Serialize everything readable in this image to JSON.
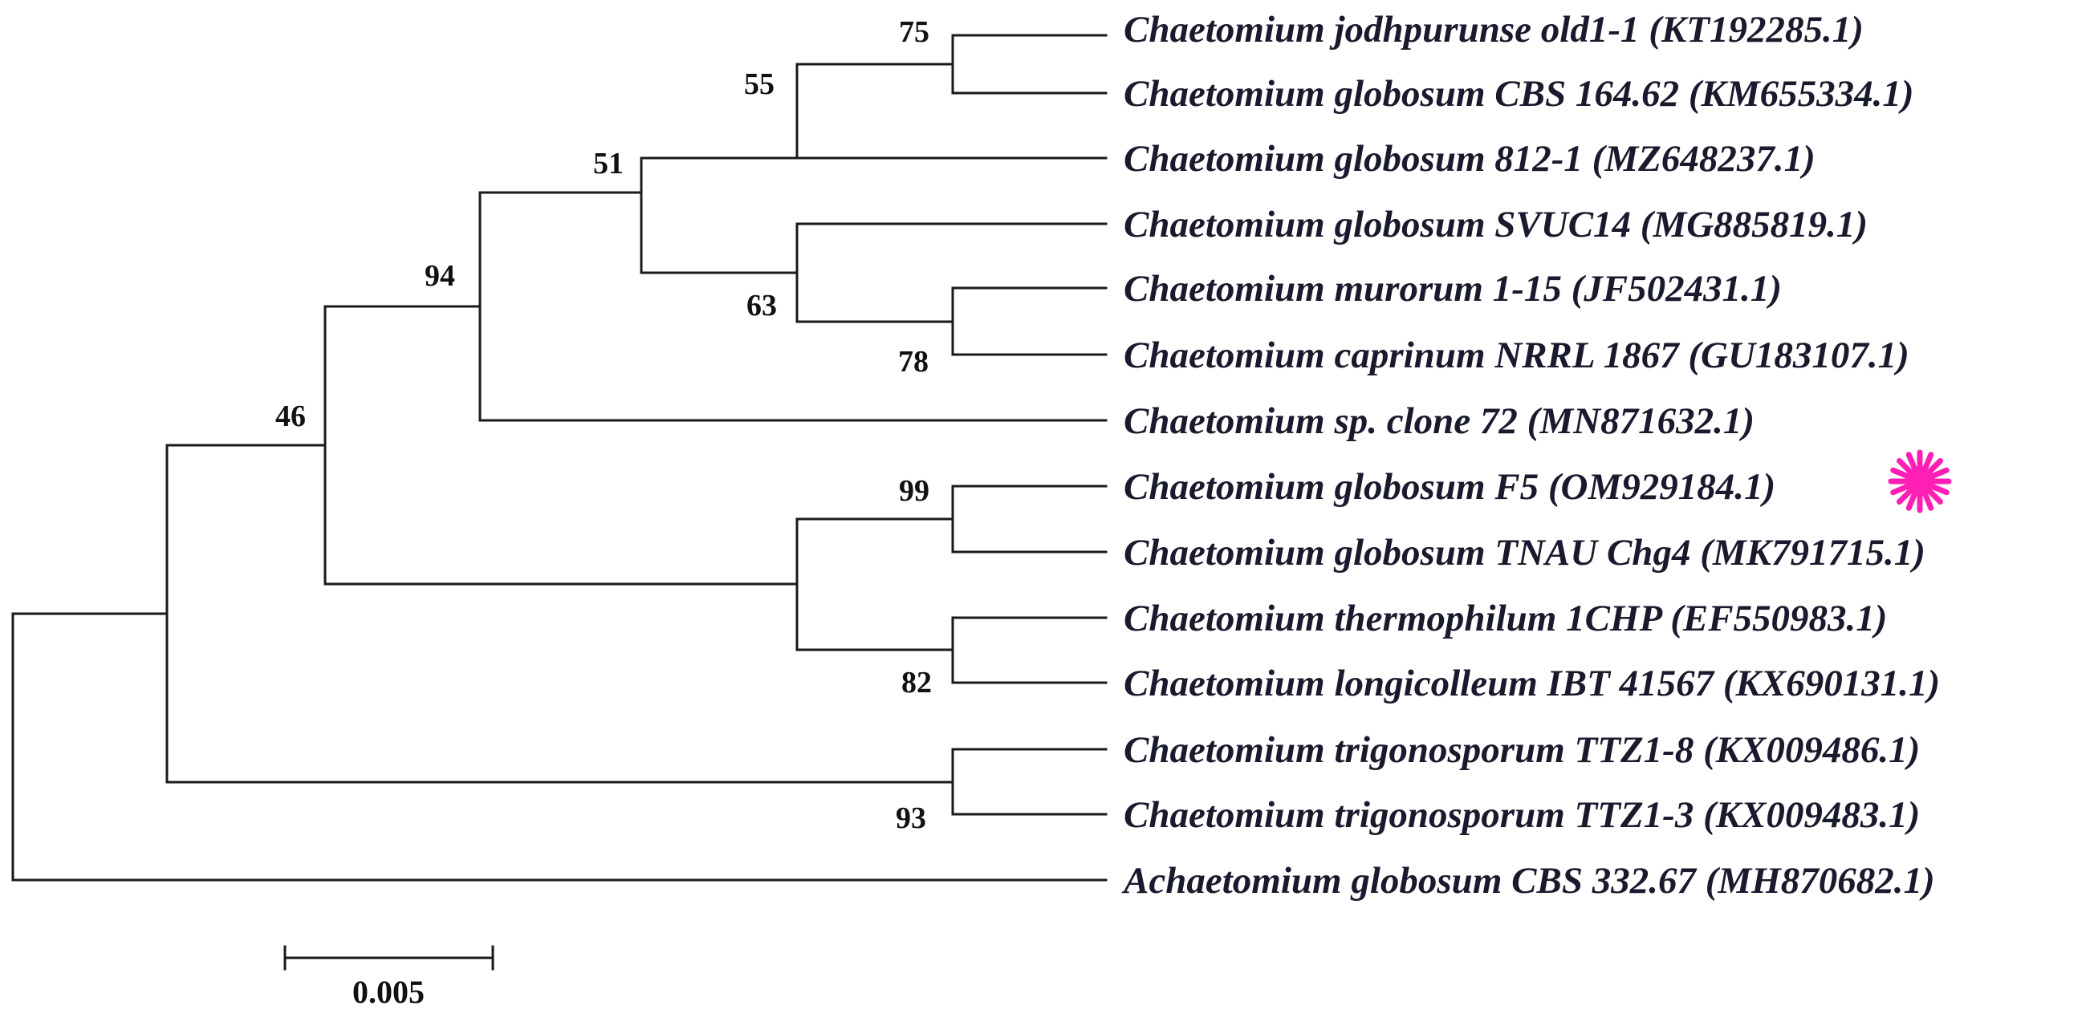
{
  "tree": {
    "taxa": [
      {
        "id": "t1",
        "label": "Chaetomium jodhpurunse old1-1 (KT192285.1)"
      },
      {
        "id": "t2",
        "label": "Chaetomium globosum CBS 164.62 (KM655334.1)"
      },
      {
        "id": "t3",
        "label": "Chaetomium globosum 812-1 (MZ648237.1)"
      },
      {
        "id": "t4",
        "label": "Chaetomium globosum SVUC14 (MG885819.1)"
      },
      {
        "id": "t5",
        "label": "Chaetomium murorum 1-15 (JF502431.1)"
      },
      {
        "id": "t6",
        "label": "Chaetomium caprinum NRRL 1867 (GU183107.1)"
      },
      {
        "id": "t7",
        "label": "Chaetomium sp. clone 72 (MN871632.1)"
      },
      {
        "id": "t8",
        "label": "Chaetomium globosum F5 (OM929184.1)",
        "highlight": true
      },
      {
        "id": "t9",
        "label": "Chaetomium globosum TNAU Chg4 (MK791715.1)"
      },
      {
        "id": "t10",
        "label": "Chaetomium thermophilum 1CHP (EF550983.1)"
      },
      {
        "id": "t11",
        "label": "Chaetomium longicolleum IBT 41567 (KX690131.1)"
      },
      {
        "id": "t12",
        "label": "Chaetomium trigonosporum TTZ1-8 (KX009486.1)"
      },
      {
        "id": "t13",
        "label": "Chaetomium trigonosporum TTZ1-3 (KX009483.1)"
      },
      {
        "id": "t14",
        "label": "Achaetomium globosum CBS 332.67 (MH870682.1)"
      }
    ],
    "bootstrap": [
      {
        "node": "t1-t2",
        "value": "75"
      },
      {
        "node": "t1-t3",
        "value": "55"
      },
      {
        "node": "t1-t6",
        "value": "51"
      },
      {
        "node": "t5-t6",
        "value": "78"
      },
      {
        "node": "t4-t6",
        "value": "63"
      },
      {
        "node": "t1-t7",
        "value": "94"
      },
      {
        "node": "t8-t9",
        "value": "99"
      },
      {
        "node": "t10-t11",
        "value": "82"
      },
      {
        "node": "t1-t11",
        "value": "46"
      },
      {
        "node": "t12-t13",
        "value": "93"
      }
    ],
    "highlight_color": "#ff1fb4",
    "branch_color": "#1a1a1a",
    "scale_bar": {
      "label": "0.005",
      "length": 0.005
    }
  }
}
